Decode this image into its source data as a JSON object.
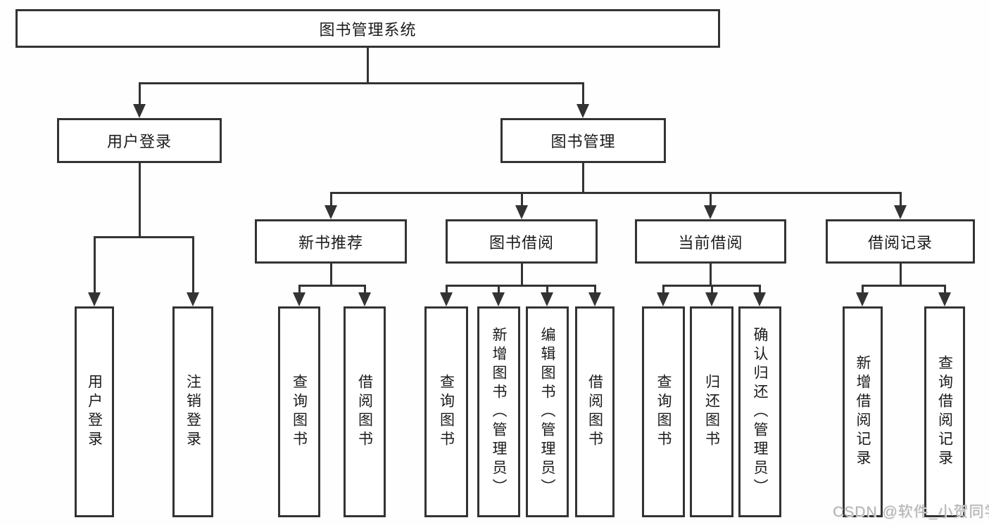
{
  "colors": {
    "line": "#333333",
    "text": "#1b1b1b",
    "watermark_text_color": "#b3b3b3",
    "background": "#fefefe"
  },
  "watermark": {
    "text": "CSDN @软件_小贺同学"
  },
  "tree": {
    "label": "图书管理系统",
    "children": [
      {
        "label": "用户登录",
        "children": [
          {
            "label": "用户登录"
          },
          {
            "label": "注销登录"
          }
        ]
      },
      {
        "label": "图书管理",
        "children": [
          {
            "label": "新书推荐",
            "children": [
              {
                "label": "查询图书"
              },
              {
                "label": "借阅图书"
              }
            ]
          },
          {
            "label": "图书借阅",
            "children": [
              {
                "label": "查询图书"
              },
              {
                "label": "新增图书（管理员）"
              },
              {
                "label": "编辑图书（管理员）"
              },
              {
                "label": "借阅图书"
              }
            ]
          },
          {
            "label": "当前借阅",
            "children": [
              {
                "label": "查询图书"
              },
              {
                "label": "归还图书"
              },
              {
                "label": "确认归还（管理员）"
              }
            ]
          },
          {
            "label": "借阅记录",
            "children": [
              {
                "label": "新增借阅记录"
              },
              {
                "label": "查询借阅记录"
              }
            ]
          }
        ]
      }
    ]
  }
}
